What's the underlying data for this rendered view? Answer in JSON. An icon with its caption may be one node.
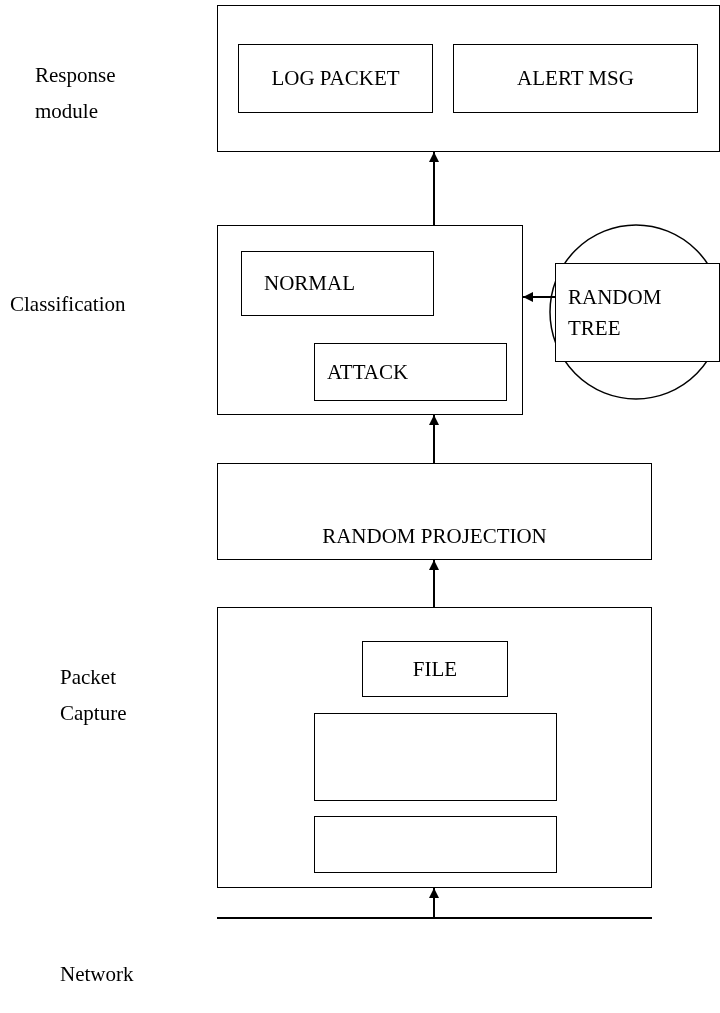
{
  "diagram": {
    "nodes": [
      {
        "text": [],
        "shape": "box"
      },
      {
        "text": [
          "LOG PACKET"
        ],
        "in": 0
      },
      {
        "text": [
          "ALERT MSG"
        ],
        "in": 0
      },
      {
        "text": [],
        "shape": "box"
      },
      {
        "text": [
          "NORMAL"
        ],
        "in": 3
      },
      {
        "text": [
          "ATTACK"
        ],
        "in": 3
      },
      {
        "text": [
          "RANDOM TREE"
        ]
      },
      {
        "text": [
          "RANDOM PROJECTION"
        ]
      },
      {
        "text": [],
        "shape": "box"
      },
      {
        "text": [
          "FILE"
        ],
        "in": 8
      },
      {
        "text": [],
        "shape": "box",
        "in": 8
      },
      {
        "text": [],
        "shape": "box",
        "in": 8
      },
      {
        "text": [],
        "shape": "bar"
      }
    ],
    "edges": [
      {
        "from": 3,
        "to": 0,
        "arrow": "to"
      },
      {
        "from": 6,
        "to": 3,
        "arrow": "to"
      },
      {
        "from": 7,
        "to": 3,
        "arrow": "to"
      },
      {
        "from": 8,
        "to": 7,
        "arrow": "to"
      },
      {
        "from": 12,
        "to": 8,
        "arrow": "to"
      }
    ],
    "labels": [
      "Response module",
      "Classification",
      "Packet Capture",
      "Network"
    ]
  }
}
